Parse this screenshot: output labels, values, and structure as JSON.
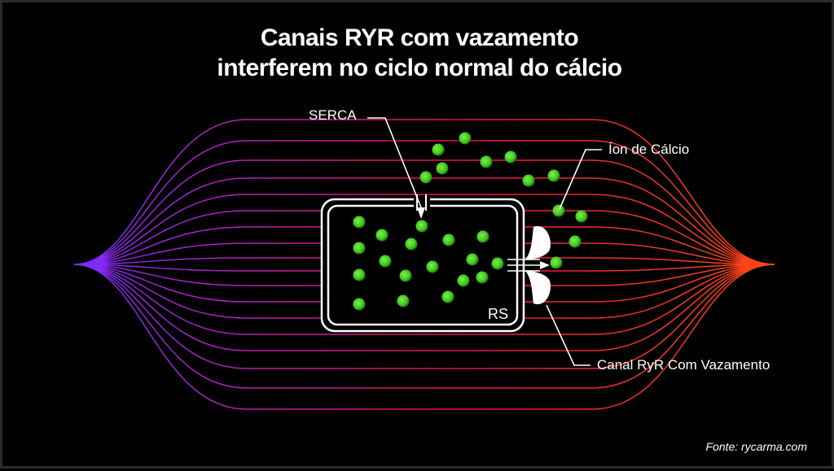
{
  "title": {
    "line1": "Canais RYR com vazamento",
    "line2": "interferem no ciclo normal do cálcio"
  },
  "labels": {
    "serca": "SERCA",
    "ion": "Íon de Cálcio",
    "ryr": "Canal RyR Com Vazamento",
    "rs": "RS"
  },
  "source": "Fonte: rycarma.com",
  "colors": {
    "background": "#000000",
    "calcium_ion": "#3ec81e",
    "field_left": "#7b2cff",
    "field_mid": "#e0106a",
    "field_right": "#ff4a10",
    "outline": "#ffffff"
  },
  "icons": {
    "ryr_channel": "leaky-ryr-channel-icon",
    "serca_pump": "serca-pump-icon",
    "calcium_ion": "calcium-ion-icon"
  }
}
